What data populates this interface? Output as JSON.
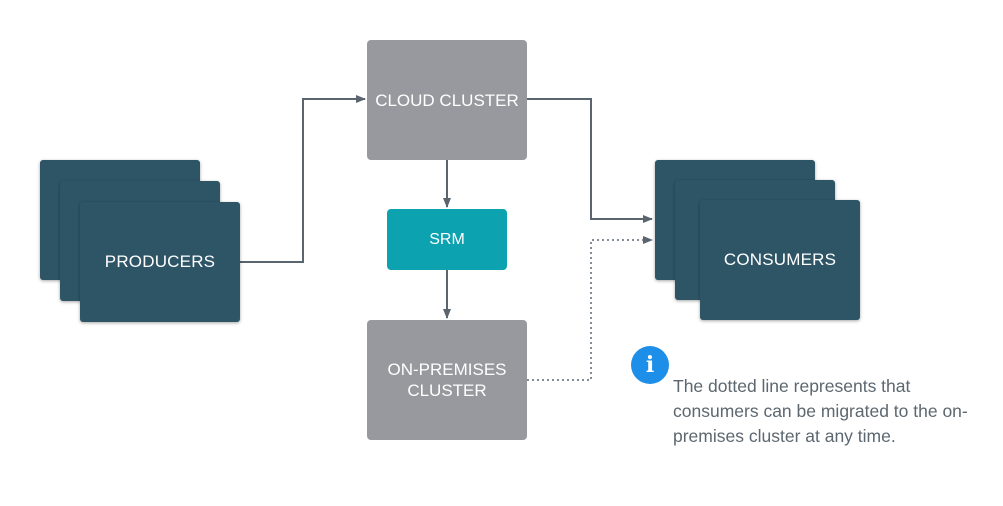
{
  "nodes": {
    "producers": "PRODUCERS",
    "cloud_cluster": "CLOUD CLUSTER",
    "srm": "SRM",
    "onprem_line1": "ON-PREMISES",
    "onprem_line2": "CLUSTER",
    "consumers": "CONSUMERS"
  },
  "note": {
    "icon": "info-icon",
    "icon_glyph": "i",
    "text": "The dotted line represents that consumers can be migrated to the on-premises cluster at any time."
  },
  "colors": {
    "stack_card": "#2e5566",
    "cluster_box": "#97999e",
    "srm_box": "#0ca2b0",
    "connector": "#5a6570",
    "info_icon": "#1e8fe8",
    "note_text": "#5c6770"
  }
}
